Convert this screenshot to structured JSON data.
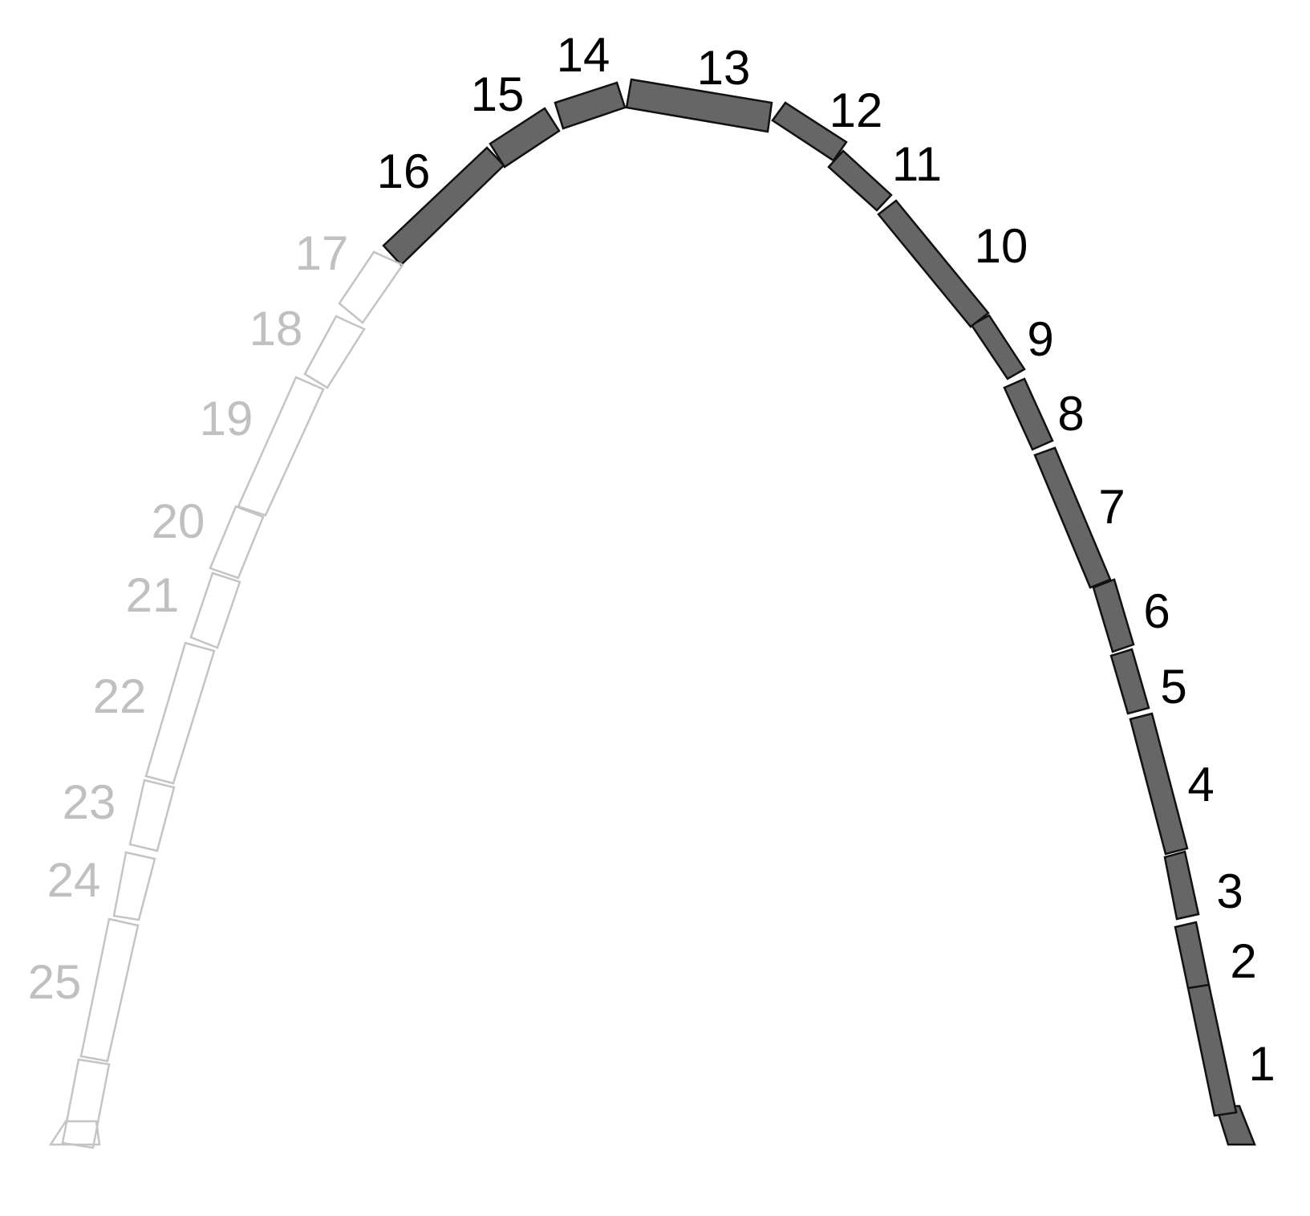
{
  "segments": [
    {
      "label": "1",
      "state": "filled"
    },
    {
      "label": "2",
      "state": "filled"
    },
    {
      "label": "3",
      "state": "filled"
    },
    {
      "label": "4",
      "state": "filled"
    },
    {
      "label": "5",
      "state": "filled"
    },
    {
      "label": "6",
      "state": "filled"
    },
    {
      "label": "7",
      "state": "filled"
    },
    {
      "label": "8",
      "state": "filled"
    },
    {
      "label": "9",
      "state": "filled"
    },
    {
      "label": "10",
      "state": "filled"
    },
    {
      "label": "11",
      "state": "filled"
    },
    {
      "label": "12",
      "state": "filled"
    },
    {
      "label": "13",
      "state": "filled"
    },
    {
      "label": "14",
      "state": "filled"
    },
    {
      "label": "15",
      "state": "filled"
    },
    {
      "label": "16",
      "state": "filled"
    },
    {
      "label": "17",
      "state": "outline"
    },
    {
      "label": "18",
      "state": "outline"
    },
    {
      "label": "19",
      "state": "outline"
    },
    {
      "label": "20",
      "state": "outline"
    },
    {
      "label": "21",
      "state": "outline"
    },
    {
      "label": "22",
      "state": "outline"
    },
    {
      "label": "23",
      "state": "outline"
    },
    {
      "label": "24",
      "state": "outline"
    },
    {
      "label": "25",
      "state": "outline"
    }
  ],
  "colors": {
    "filled_fill": "#666666",
    "filled_stroke": "#111111",
    "outline_stroke": "#c4c4c4",
    "label_dark": "#000000",
    "label_light": "#c0c0c0"
  }
}
